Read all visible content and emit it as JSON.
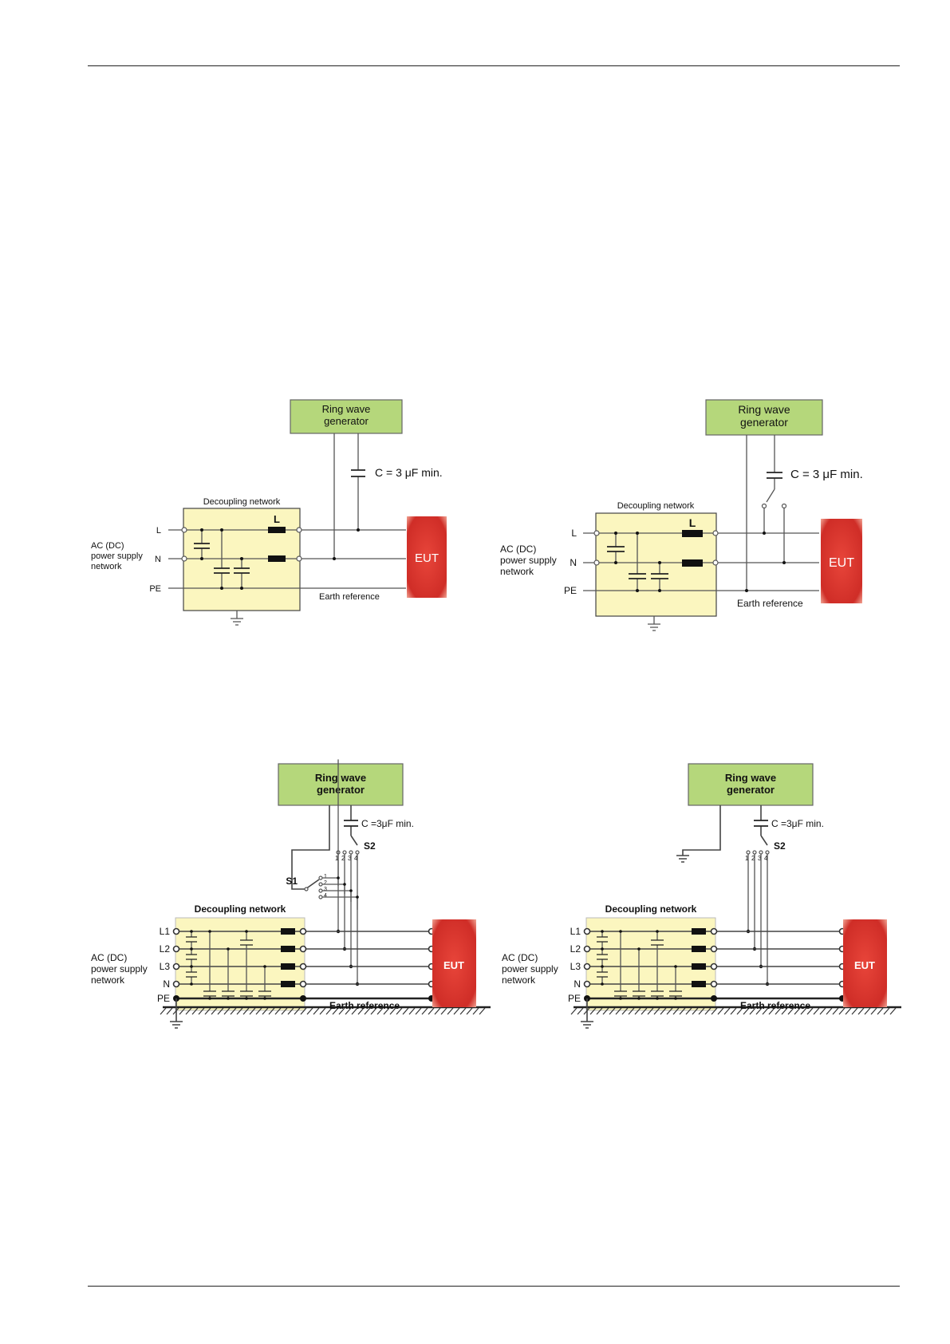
{
  "colors": {
    "generator_fill": "#b5d77b",
    "decoupling_fill": "#fbf6bf",
    "eut_fill": "#d8332c",
    "eut_glow": "#f2a08f"
  },
  "fig_a": {
    "generator": [
      "Ring wave",
      "generator"
    ],
    "capacitor": "C = 3 μF min.",
    "decoupling": "Decoupling network",
    "inductor": "L",
    "lines": [
      "L",
      "N",
      "PE"
    ],
    "supply": [
      "AC (DC)",
      "power supply",
      "network"
    ],
    "earth": "Earth reference",
    "eut": "EUT"
  },
  "fig_b": {
    "generator": [
      "Ring wave",
      "generator"
    ],
    "capacitor": "C = 3 μF min.",
    "decoupling": "Decoupling network",
    "inductor": "L",
    "lines": [
      "L",
      "N",
      "PE"
    ],
    "supply": [
      "AC (DC)",
      "power supply",
      "network"
    ],
    "earth": "Earth reference",
    "eut": "EUT"
  },
  "fig_c": {
    "generator": [
      "Ring wave",
      "generator"
    ],
    "capacitor": "C =3μF min.",
    "switch_s1": "S1",
    "switch_s2": "S2",
    "switch_positions": [
      "1",
      "2",
      "3",
      "4"
    ],
    "decoupling": "Decoupling network",
    "lines": [
      "L1",
      "L2",
      "L3",
      "N",
      "PE"
    ],
    "supply": [
      "AC (DC)",
      "power supply",
      "network"
    ],
    "earth": "Earth reference",
    "eut": "EUT"
  },
  "fig_d": {
    "generator": [
      "Ring wave",
      "generator"
    ],
    "capacitor": "C =3μF min.",
    "switch_s2": "S2",
    "switch_positions": [
      "1",
      "2",
      "3",
      "4"
    ],
    "decoupling": "Decoupling network",
    "lines": [
      "L1",
      "L2",
      "L3",
      "N",
      "PE"
    ],
    "supply": [
      "AC (DC)",
      "power supply",
      "network"
    ],
    "earth": "Earth reference",
    "eut": "EUT"
  }
}
